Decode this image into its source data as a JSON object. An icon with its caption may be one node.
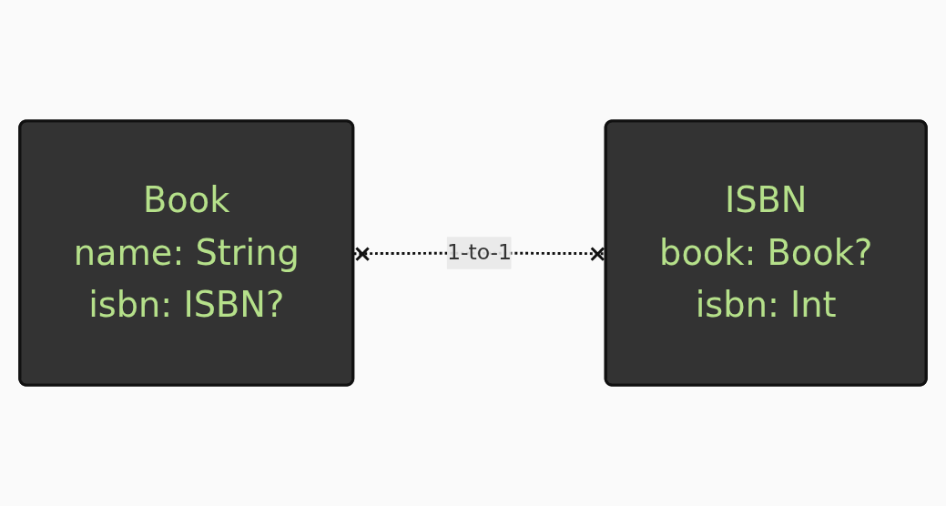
{
  "diagram": {
    "nodes": [
      {
        "text": [
          "Book",
          "name: String",
          "isbn: ISBN?"
        ]
      },
      {
        "text": [
          "ISBN",
          "book: Book?",
          "isbn: Int"
        ]
      }
    ],
    "edges": [
      {
        "from": 0,
        "to": 1,
        "arrow": "other",
        "style": "dashed",
        "label": "1-to-1"
      }
    ]
  }
}
